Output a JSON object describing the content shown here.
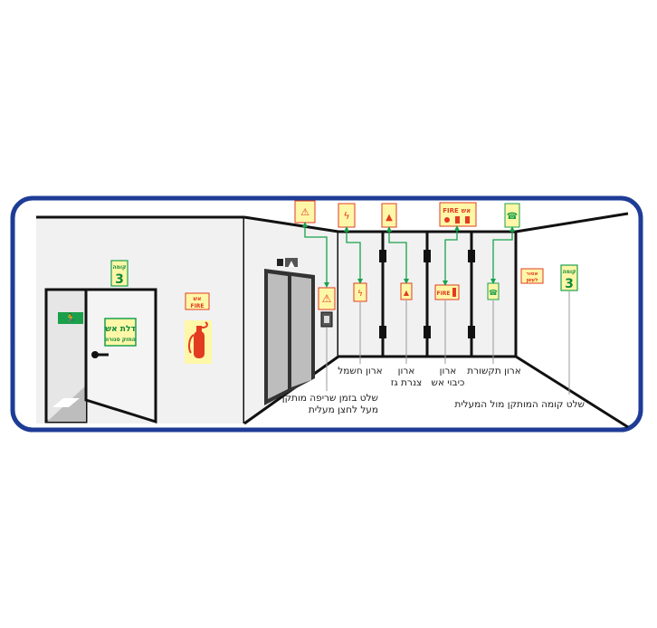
{
  "colors": {
    "frame": "#1e3c96",
    "wall": "#f1f1f1",
    "leader": "#16a34a",
    "sign_bg": "#fff7a8",
    "sign_red": "#e23b1f",
    "sign_green": "#1aa04a",
    "text": "#222222"
  },
  "signs": {
    "floor_word": "קומה",
    "floor_number": "3",
    "fire_door_line1": "דלת אש",
    "fire_door_line2": "החזק סגורה",
    "fire_he": "אש",
    "fire_en": "FIRE",
    "no_entry_line1": "אסור",
    "no_entry_line2": "לעשן"
  },
  "labels": {
    "electric_cabinet": "ארון חשמל",
    "gas_cabinet_line1": "ארון",
    "gas_cabinet_line2": "צנרת גז",
    "fire_cabinet_line1": "ארון",
    "fire_cabinet_line2": "כיבוי אש",
    "comm_cabinet": "ארון תקשורת",
    "elevator_sign_line1": "שלט בזמן שריפה מותקן",
    "elevator_sign_line2": "מעל לחצן מעלית",
    "floor_sign_label": "שלט קומה המותקן מול המעלית"
  }
}
